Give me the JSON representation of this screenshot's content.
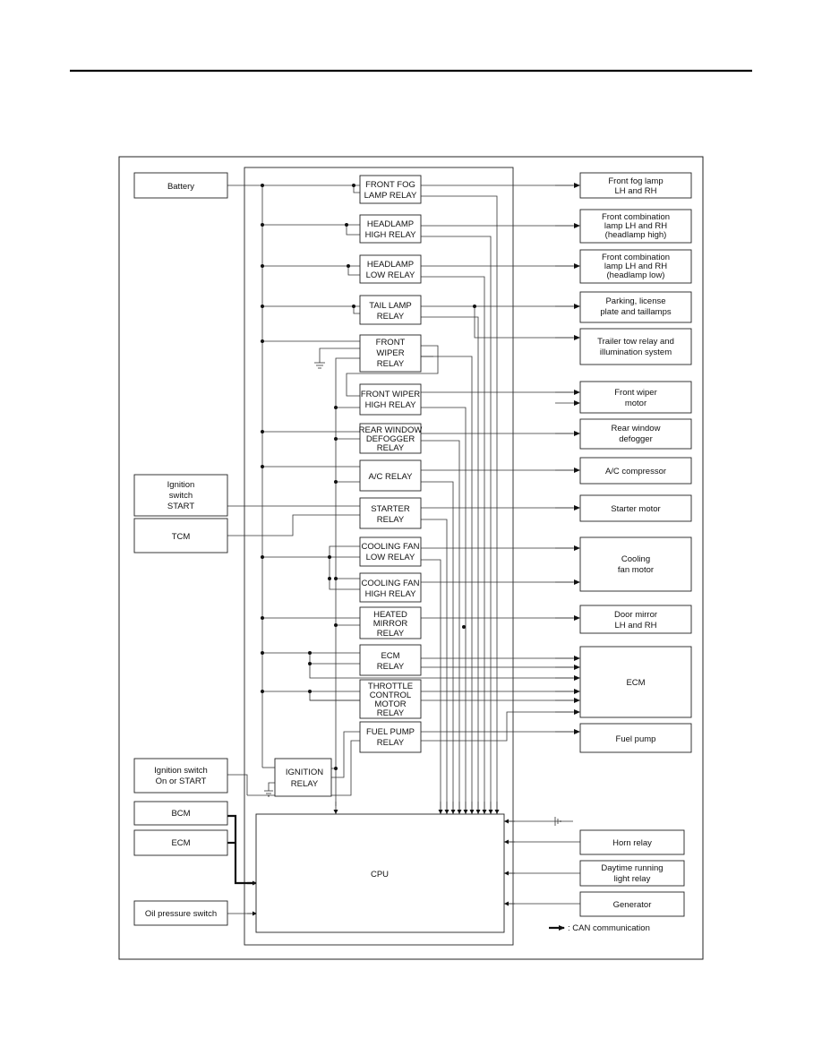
{
  "inputs": {
    "battery": "Battery",
    "ign_start": [
      "Ignition",
      "switch",
      "START"
    ],
    "tcm": "TCM",
    "ign_on": [
      "Ignition switch",
      "On or START"
    ],
    "bcm": "BCM",
    "ecm": "ECM",
    "oil": "Oil pressure switch"
  },
  "relays": {
    "front_fog": [
      "FRONT FOG",
      "LAMP RELAY"
    ],
    "headlamp_high": [
      "HEADLAMP",
      "HIGH RELAY"
    ],
    "headlamp_low": [
      "HEADLAMP",
      "LOW RELAY"
    ],
    "tail": [
      "TAIL LAMP",
      "RELAY"
    ],
    "front_wiper": [
      "FRONT",
      "WIPER",
      "RELAY"
    ],
    "front_wiper_high": [
      "FRONT WIPER",
      "HIGH RELAY"
    ],
    "rear_defogger": [
      "REAR WINDOW",
      "DEFOGGER",
      "RELAY"
    ],
    "ac": [
      "A/C RELAY"
    ],
    "starter": [
      "STARTER",
      "RELAY"
    ],
    "fan_low": [
      "COOLING FAN",
      "LOW RELAY"
    ],
    "fan_high": [
      "COOLING FAN",
      "HIGH RELAY"
    ],
    "heated_mirror": [
      "HEATED",
      "MIRROR",
      "RELAY"
    ],
    "ecm_relay": [
      "ECM",
      "RELAY"
    ],
    "throttle": [
      "THROTTLE",
      "CONTROL",
      "MOTOR",
      "RELAY"
    ],
    "fuel_pump": [
      "FUEL PUMP",
      "RELAY"
    ],
    "ignition": [
      "IGNITION",
      "RELAY"
    ]
  },
  "outputs": {
    "fog_lamp": [
      "Front fog lamp",
      "LH and RH"
    ],
    "comb_high": [
      "Front combination",
      "lamp LH and RH",
      "(headlamp high)"
    ],
    "comb_low": [
      "Front combination",
      "lamp LH and RH",
      "(headlamp low)"
    ],
    "parking": [
      "Parking, license",
      "plate and taillamps"
    ],
    "trailer": [
      "Trailer tow relay and",
      "illumination system"
    ],
    "wiper_motor": [
      "Front wiper",
      "motor"
    ],
    "rear_defogger": [
      "Rear window",
      "defogger"
    ],
    "ac_compressor": [
      "A/C compressor"
    ],
    "starter_motor": [
      "Starter motor"
    ],
    "fan_motor": [
      "Cooling",
      "fan motor"
    ],
    "door_mirror": [
      "Door mirror",
      "LH and RH"
    ],
    "ecm": [
      "ECM"
    ],
    "fuel_pump": [
      "Fuel pump"
    ],
    "horn": [
      "Horn relay"
    ],
    "drl": [
      "Daytime running",
      "light relay"
    ],
    "generator": [
      "Generator"
    ]
  },
  "cpu": "CPU",
  "legend": ": CAN communication"
}
